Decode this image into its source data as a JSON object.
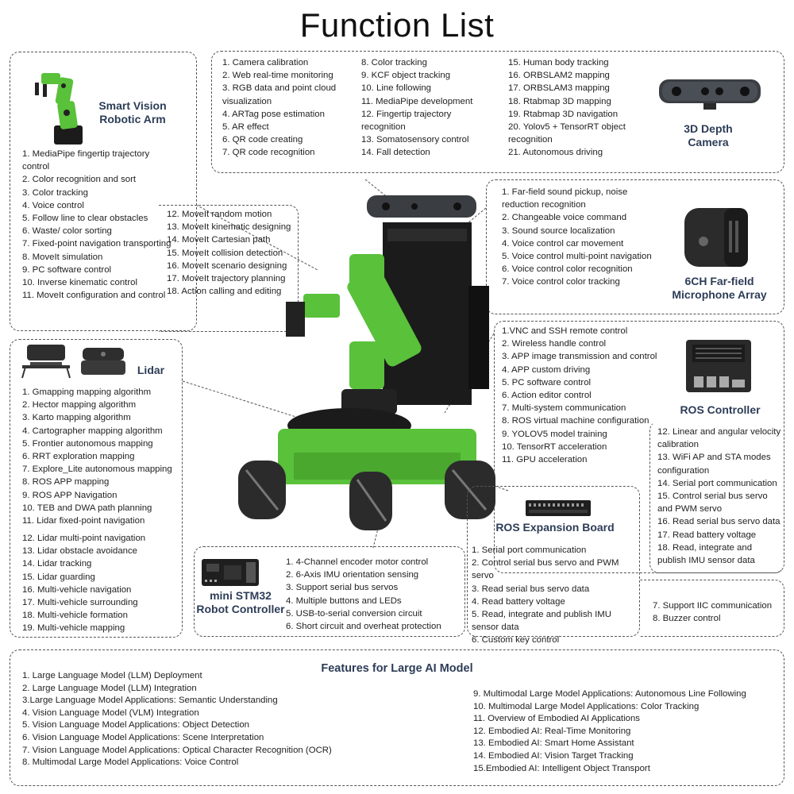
{
  "title": "Function List",
  "arm": {
    "heading": [
      "Smart Vision",
      "Robotic Arm"
    ],
    "items_a": [
      "1. MediaPipe fingertip trajectory control",
      "2. Color recognition and sort",
      "3. Color tracking",
      "4. Voice control",
      "5. Follow line to clear obstacles",
      "6. Waste/ color sorting",
      "7. Fixed-point navigation transporting",
      "8. MoveIt simulation",
      "9. PC software control",
      "10. Inverse kinematic  control",
      "11. MoveIt configuration and control"
    ],
    "items_b": [
      "12. MoveIt random motion",
      "13. MoveIt kinematic designing",
      "14. MoveIt Cartesian path",
      "15. MoveIt collision detection",
      "16. MoveIt scenario designing",
      "17. MoveIt trajectory planning",
      "18. Action calling and editing"
    ]
  },
  "camera": {
    "heading": [
      "3D Depth",
      "Camera"
    ],
    "col1": [
      "1. Camera calibration",
      "2. Web real-time monitoring",
      "3. RGB data and point cloud visualization",
      "4. ARTag pose estimation",
      "5. AR effect",
      "6. QR code creating",
      "7. QR code recognition"
    ],
    "col2": [
      "8. Color tracking",
      "9. KCF object tracking",
      "10. Line following",
      "11. MediaPipe development",
      "12. Fingertip trajectory recognition",
      "13. Somatosensory control",
      "14. Fall detection"
    ],
    "col3": [
      "15. Human body tracking",
      "16. ORBSLAM2 mapping",
      "17. ORBSLAM3 mapping",
      "18. Rtabmap 3D mapping",
      "19. Rtabmap 3D navigation",
      "20. Yolov5 + TensorRT object recognition",
      "21. Autonomous driving"
    ]
  },
  "mic": {
    "heading": [
      "6CH Far-field",
      "Microphone Array"
    ],
    "items": [
      "1. Far-field sound pickup, noise reduction recognition",
      "2. Changeable voice command",
      "3. Sound source localization",
      "4. Voice control car movement",
      "5. Voice control multi-point navigation",
      "6. Voice control color recognition",
      "7. Voice control color tracking"
    ]
  },
  "lidar": {
    "heading": "Lidar",
    "items_a": [
      "1. Gmapping mapping algorithm",
      "2. Hector mapping algorithm",
      "3. Karto mapping algorithm",
      "4. Cartographer mapping algorithm",
      "5. Frontier autonomous mapping",
      "6. RRT exploration mapping",
      "7. Explore_Lite autonomous mapping",
      "8. ROS APP mapping",
      "9. ROS APP Navigation",
      "10. TEB and DWA path planning",
      "11. Lidar fixed-point navigation"
    ],
    "items_b": [
      "12. Lidar multi-point navigation",
      "13. Lidar obstacle avoidance",
      "14. Lidar tracking",
      "15. Lidar guarding",
      "16. Multi-vehicle navigation",
      "17. Multi-vehicle surrounding",
      "18. Multi-vehicle formation",
      "19. Multi-vehicle mapping"
    ]
  },
  "ros_controller": {
    "heading": "ROS Controller",
    "items_a": [
      "1.VNC and SSH remote control",
      "2. Wireless handle control",
      "3. APP image transmission and control",
      "4. APP custom driving",
      "5. PC software control",
      "6. Action editor control",
      "7. Multi-system communication",
      "8. ROS virtual machine configuration",
      "9. YOLOV5 model training",
      "10. TensorRT acceleration",
      "11. GPU acceleration"
    ],
    "items_b": [
      "12. Linear and angular velocity calibration",
      "13. WiFi AP and STA modes configuration",
      "14. Serial port communication",
      "15. Control serial bus servo and PWM servo",
      "16. Read serial bus servo data",
      "17. Read battery voltage",
      "18. Read, integrate and publish IMU sensor data"
    ]
  },
  "stm32": {
    "heading": [
      "mini STM32",
      "Robot Controller"
    ],
    "items": [
      "1. 4-Channel encoder motor control",
      "2. 6-Axis IMU orientation sensing",
      "3. Support serial bus servos",
      "4. Multiple buttons and LEDs",
      "5. USB-to-serial conversion circuit",
      "6. Short circuit and overheat protection"
    ]
  },
  "expansion": {
    "heading": "ROS Expansion Board",
    "items_a": [
      "1. Serial port communication",
      "2. Control serial bus servo and PWM servo",
      "3. Read serial bus servo data",
      "4. Read battery voltage",
      "5. Read, integrate and publish IMU sensor data",
      "6. Custom key control"
    ],
    "items_b": [
      "7. Support IIC communication",
      "8. Buzzer control"
    ]
  },
  "ai": {
    "heading": "Features for Large AI Model",
    "items_a": [
      "1. Large Language Model (LLM) Deployment",
      "2.  Large Language Model (LLM) Integration",
      "3.Large Language Model Applications: Semantic Understanding",
      "4. Vision Language Model (VLM) Integration",
      "5. Vision Language Model Applications: Object Detection",
      "6. Vision Language Model Applications: Scene Interpretation",
      "7. Vision Language Model Applications: Optical Character Recognition (OCR)",
      "8. Multimodal Large Model Applications: Voice Control"
    ],
    "items_b": [
      "9. Multimodal Large Model  Applications: Autonomous Line Following",
      "10. Multimodal Large Model  Applications: Color Tracking",
      "11. Overview of Embodied AI Applications",
      "12. Embodied AI: Real-Time Monitoring",
      "13. Embodied AI: Smart Home Assistant",
      "14. Embodied AI: Vision Target Tracking",
      "15.Embodied AI: Intelligent Object Transport"
    ]
  },
  "colors": {
    "heading": "#2d3d57",
    "robot_green": "#59c13a",
    "robot_dark": "#1b1b1b",
    "border": "#555555"
  }
}
